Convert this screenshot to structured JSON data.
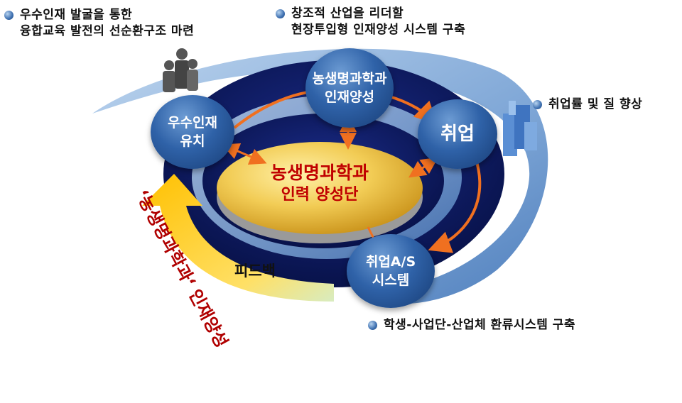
{
  "notes": {
    "top_left": [
      "우수인재 발굴을 통한",
      "융합교육 발전의 선순환구조 마련"
    ],
    "top_center": [
      "창조적 산업을 리더할",
      "현장투입형 인재양성 시스템 구축"
    ],
    "right": "취업률 및 질 향상",
    "bottom": "학생-사업단-산업체 환류시스템 구축"
  },
  "circles": {
    "top": [
      "농생명과학과",
      "인재양성"
    ],
    "left": [
      "우수인재",
      "유치"
    ],
    "right": [
      "취업"
    ],
    "bottom": [
      "취업A/S",
      "시스템"
    ]
  },
  "center": [
    "농생명과학과",
    "인력 양성단"
  ],
  "feedback_label": "피드백",
  "side_label": "‘농생명과학과‘ 인재양성",
  "colors": {
    "outer_ring": "#8fb3dd",
    "navy_ring": "#0d1a66",
    "circle_blue": "#2f62a8",
    "arrow_orange": "#f07020",
    "center_gold": "#e8b83a",
    "center_text": "#c00000",
    "side_text": "#b00000"
  },
  "icons": [
    "people-icon",
    "buildings-icon"
  ]
}
